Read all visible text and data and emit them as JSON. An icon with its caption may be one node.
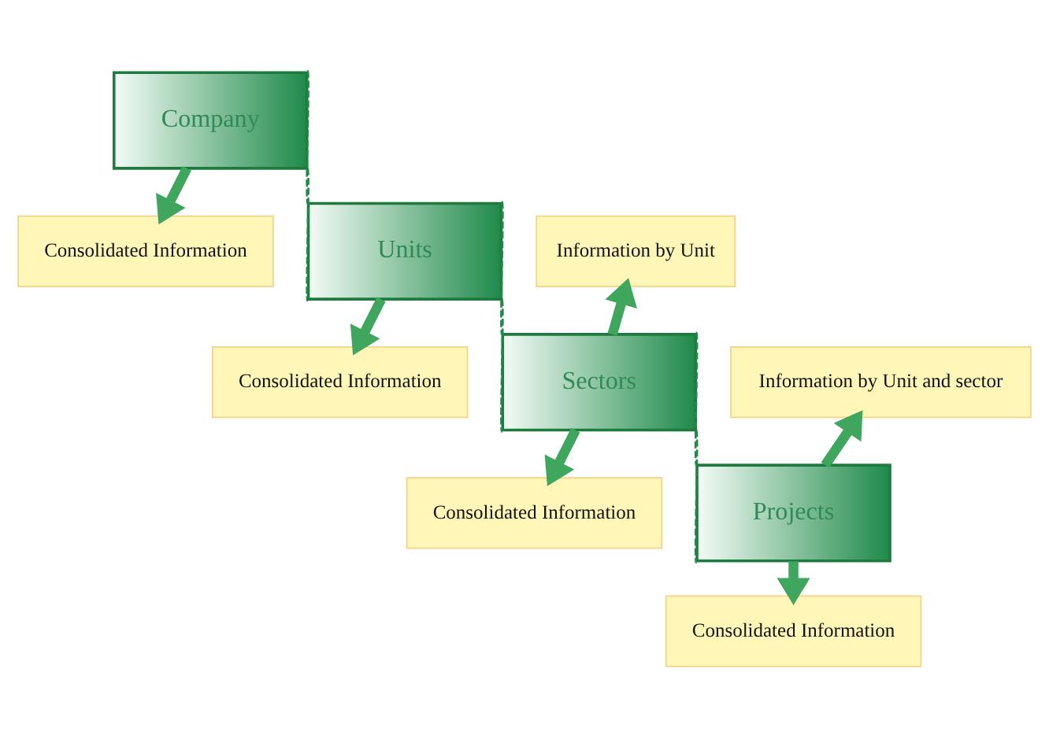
{
  "diagram": {
    "nodes": [
      {
        "text": [
          "Company"
        ]
      },
      {
        "text": [
          "Units"
        ]
      },
      {
        "text": [
          "Sectors"
        ]
      },
      {
        "text": [
          "Projects"
        ]
      },
      {
        "text": [
          "Consolidated Information"
        ]
      },
      {
        "text": [
          "Consolidated Information"
        ]
      },
      {
        "text": [
          "Information by Unit"
        ]
      },
      {
        "text": [
          "Consolidated Information"
        ]
      },
      {
        "text": [
          "Information by Unit and sector"
        ]
      },
      {
        "text": [
          "Consolidated Information"
        ]
      }
    ],
    "edges": [
      {
        "from": 0,
        "to": 1,
        "arrow": "none",
        "style": "dashed"
      },
      {
        "from": 0,
        "to": 1,
        "arrow": "none",
        "style": "dashed"
      },
      {
        "from": 1,
        "to": 2,
        "arrow": "none",
        "style": "dashed"
      },
      {
        "from": 1,
        "to": 2,
        "arrow": "none",
        "style": "dashed"
      },
      {
        "from": 2,
        "to": 3,
        "arrow": "none",
        "style": "dashed"
      },
      {
        "from": 2,
        "to": 3,
        "arrow": "none",
        "style": "dashed"
      },
      {
        "from": 0,
        "to": 4,
        "arrow": "to",
        "style": "thick"
      },
      {
        "from": 1,
        "to": 5,
        "arrow": "to",
        "style": "thick"
      },
      {
        "from": 2,
        "to": 6,
        "arrow": "to",
        "style": "thick"
      },
      {
        "from": 2,
        "to": 7,
        "arrow": "to",
        "style": "thick"
      },
      {
        "from": 3,
        "to": 8,
        "arrow": "to",
        "style": "thick"
      },
      {
        "from": 3,
        "to": 9,
        "arrow": "to",
        "style": "thick"
      }
    ]
  }
}
